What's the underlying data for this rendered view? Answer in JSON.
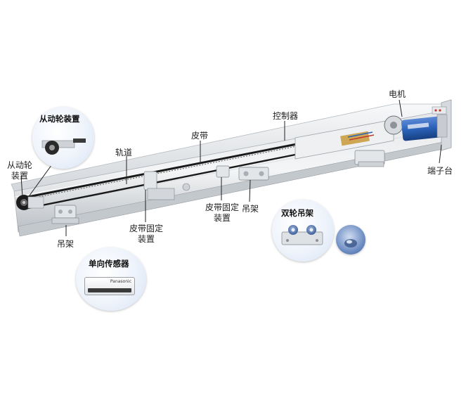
{
  "labels": {
    "follower_device_title": "从动轮装置",
    "follower_device_line1": "从动轮",
    "follower_device_line2": "装置",
    "track": "轨道",
    "belt": "皮带",
    "controller": "控制器",
    "motor": "电机",
    "terminal_block": "端子台",
    "hanger_left": "吊架",
    "hanger_right": "吊架",
    "belt_clamp_left_line1": "皮带固定",
    "belt_clamp_left_line2": "装置",
    "belt_clamp_mid_line1": "皮带固定",
    "belt_clamp_mid_line2": "装置",
    "double_wheel_hanger": "双轮吊架",
    "one_way_sensor": "单向传感器",
    "sensor_brand": "Panasonic"
  },
  "colors": {
    "rail_light": "#eef0f2",
    "rail_mid": "#c9ced3",
    "rail_dark": "#8c9298",
    "belt": "#1a1a1a",
    "motor_blue": "#2a62b8",
    "inset_bg": "#e3ecf8",
    "leader": "#222222"
  },
  "icons": [
    "follower-pulley-icon",
    "motor-icon",
    "hanger-icon",
    "belt-clamp-icon",
    "double-wheel-hanger-icon",
    "sensor-icon",
    "roller-closeup-icon"
  ]
}
